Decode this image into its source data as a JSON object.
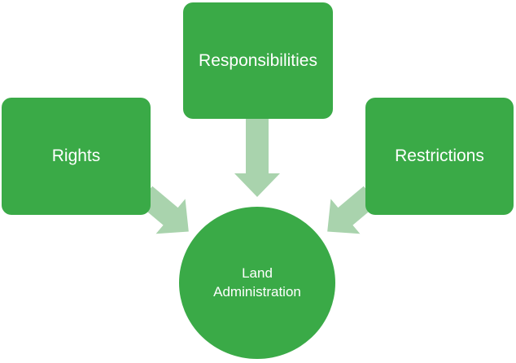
{
  "diagram": {
    "nodes": {
      "responsibilities": "Responsibilities",
      "rights": "Rights",
      "restrictions": "Restrictions",
      "center_line1": "Land",
      "center_line2": "Administration"
    },
    "edges": [
      {
        "from": "rights",
        "to": "center"
      },
      {
        "from": "responsibilities",
        "to": "center"
      },
      {
        "from": "restrictions",
        "to": "center"
      }
    ]
  },
  "colors": {
    "node_fill": "#3aaa47",
    "arrow_fill": "#a9d3ad",
    "text": "#ffffff"
  }
}
